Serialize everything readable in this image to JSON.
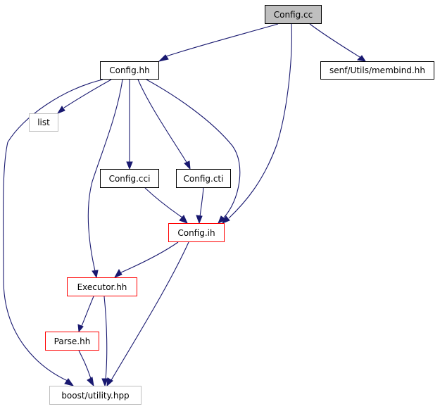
{
  "graph": {
    "edge_color": "#191970",
    "nodes": {
      "config_cc": {
        "label": "Config.cc",
        "style": "root",
        "fill": "#bfbfbf",
        "border": "#000000"
      },
      "config_hh": {
        "label": "Config.hh",
        "style": "normal",
        "fill": "#ffffff",
        "border": "#000000"
      },
      "membind_hh": {
        "label": "senf/Utils/membind.hh",
        "style": "normal",
        "fill": "#ffffff",
        "border": "#000000"
      },
      "list": {
        "label": "list",
        "style": "gray",
        "fill": "#ffffff",
        "border": "#bfbfbf"
      },
      "config_cci": {
        "label": "Config.cci",
        "style": "normal",
        "fill": "#ffffff",
        "border": "#000000"
      },
      "config_cti": {
        "label": "Config.cti",
        "style": "normal",
        "fill": "#ffffff",
        "border": "#000000"
      },
      "config_ih": {
        "label": "Config.ih",
        "style": "red",
        "fill": "#ffffff",
        "border": "#ff0000"
      },
      "executor_hh": {
        "label": "Executor.hh",
        "style": "red",
        "fill": "#ffffff",
        "border": "#ff0000"
      },
      "parse_hh": {
        "label": "Parse.hh",
        "style": "red",
        "fill": "#ffffff",
        "border": "#ff0000"
      },
      "boost_utility": {
        "label": "boost/utility.hpp",
        "style": "gray",
        "fill": "#ffffff",
        "border": "#bfbfbf"
      }
    },
    "edges": [
      {
        "from": "config_cc",
        "to": "config_hh"
      },
      {
        "from": "config_cc",
        "to": "membind_hh"
      },
      {
        "from": "config_cc",
        "to": "config_ih"
      },
      {
        "from": "config_hh",
        "to": "list"
      },
      {
        "from": "config_hh",
        "to": "config_cci"
      },
      {
        "from": "config_hh",
        "to": "config_cti"
      },
      {
        "from": "config_hh",
        "to": "config_ih"
      },
      {
        "from": "config_hh",
        "to": "executor_hh"
      },
      {
        "from": "config_hh",
        "to": "boost_utility"
      },
      {
        "from": "config_cci",
        "to": "config_ih"
      },
      {
        "from": "config_cti",
        "to": "config_ih"
      },
      {
        "from": "config_ih",
        "to": "executor_hh"
      },
      {
        "from": "config_ih",
        "to": "boost_utility"
      },
      {
        "from": "executor_hh",
        "to": "parse_hh"
      },
      {
        "from": "executor_hh",
        "to": "boost_utility"
      },
      {
        "from": "parse_hh",
        "to": "boost_utility"
      }
    ]
  }
}
